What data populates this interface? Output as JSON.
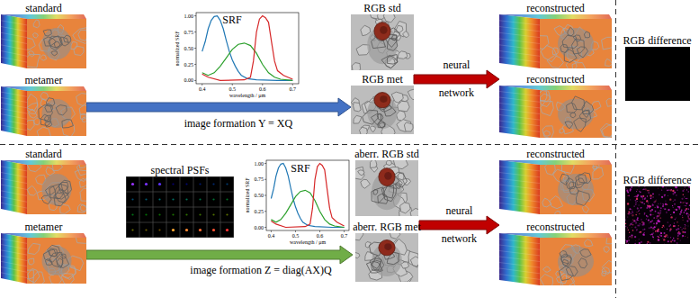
{
  "diagram": {
    "nodes": [
      {
        "text": [
          "standard"
        ]
      },
      {
        "text": [
          "metamer"
        ]
      },
      {
        "text": [
          "RGB std"
        ]
      },
      {
        "text": [
          "RGB met"
        ]
      },
      {
        "text": [
          "reconstructed"
        ]
      },
      {
        "text": [
          "reconstructed"
        ]
      },
      {
        "text": [
          "RGB difference"
        ]
      },
      {
        "text": [
          "standard"
        ]
      },
      {
        "text": [
          "metamer"
        ]
      },
      {
        "text": [
          "spectral PSFs"
        ]
      },
      {
        "text": [
          "aberr. RGB std"
        ]
      },
      {
        "text": [
          "aberr. RGB met"
        ]
      },
      {
        "text": [
          "reconstructed"
        ]
      },
      {
        "text": [
          "reconstructed"
        ]
      },
      {
        "text": [
          "RGB difference"
        ]
      }
    ],
    "edges": [
      {
        "from": 1,
        "to": 3,
        "arrow": "to",
        "label": "image formation Y = XQ"
      },
      {
        "from": 2,
        "to": 4,
        "arrow": "to",
        "label": "neural network"
      },
      {
        "from": 8,
        "to": 11,
        "arrow": "to",
        "label": "image formation Z = diag(AX)Q"
      },
      {
        "from": 10,
        "to": 12,
        "arrow": "to",
        "label": "neural network"
      }
    ],
    "labels": [
      "SRF",
      "1.00",
      "0.75",
      "0.50",
      "0.25",
      "0.00",
      "0.4",
      "0.5",
      "0.6",
      "0.7",
      "normalized SRF",
      "wavelength / μm",
      "SRF",
      "1.00",
      "0.75",
      "0.50",
      "0.25",
      "0.00",
      "0.4",
      "0.5",
      "0.6",
      "0.7",
      "normalized SRF",
      "wavelength / μm"
    ]
  }
}
